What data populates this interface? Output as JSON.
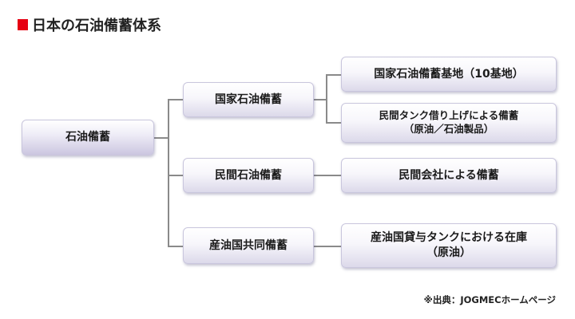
{
  "title": "日本の石油備蓄体系",
  "root": {
    "label": "石油備蓄"
  },
  "branches": [
    {
      "label": "国家石油備蓄",
      "children": [
        {
          "lines": [
            "国家石油備蓄基地（10基地）"
          ]
        },
        {
          "lines": [
            "民間タンク借り上げによる備蓄",
            "（原油／石油製品）"
          ]
        }
      ]
    },
    {
      "label": "民間石油備蓄",
      "children": [
        {
          "lines": [
            "民間会社による備蓄"
          ]
        }
      ]
    },
    {
      "label": "産油国共同備蓄",
      "children": [
        {
          "lines": [
            "産油国貸与タンクにおける在庫",
            "（原油）"
          ]
        }
      ]
    }
  ],
  "source": "※出典：JOGMECホームページ",
  "colors": {
    "marker": "#e60012",
    "connector": "#8a8a8a",
    "box_border": "#c9c6dd"
  }
}
